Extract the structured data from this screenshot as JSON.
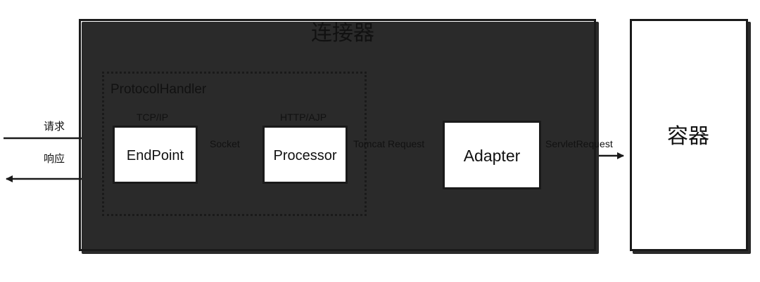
{
  "connector": {
    "title": "连接器"
  },
  "container": {
    "title": "容器"
  },
  "protocol_handler": {
    "title": "ProtocolHandler"
  },
  "endpoint": {
    "label": "EndPoint",
    "protocol": "TCP/IP"
  },
  "processor": {
    "label": "Processor",
    "protocol": "HTTP/AJP"
  },
  "adapter": {
    "label": "Adapter"
  },
  "flows": {
    "request": "请求",
    "response": "响应",
    "socket": "Socket",
    "tomcat_request": "Tomcat Request",
    "servlet_request": "ServletRequest"
  },
  "colors": {
    "stroke": "#1a1a1a",
    "background": "#ffffff"
  }
}
